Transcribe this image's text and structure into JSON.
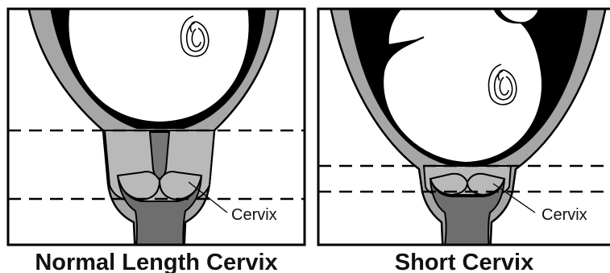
{
  "panels": [
    {
      "title": "Normal Length Cervix",
      "callout_label": "Cervix"
    },
    {
      "title": "Short Cervix",
      "callout_label": "Cervix"
    }
  ],
  "colors": {
    "outline": "#000000",
    "uterine_wall": "#a6a6a6",
    "cervix_tissue": "#b9b9b9",
    "canal": "#777777",
    "vagina": "#6e6e6e",
    "amniotic_sac": "#ffffff",
    "dark_space": "#000000"
  }
}
